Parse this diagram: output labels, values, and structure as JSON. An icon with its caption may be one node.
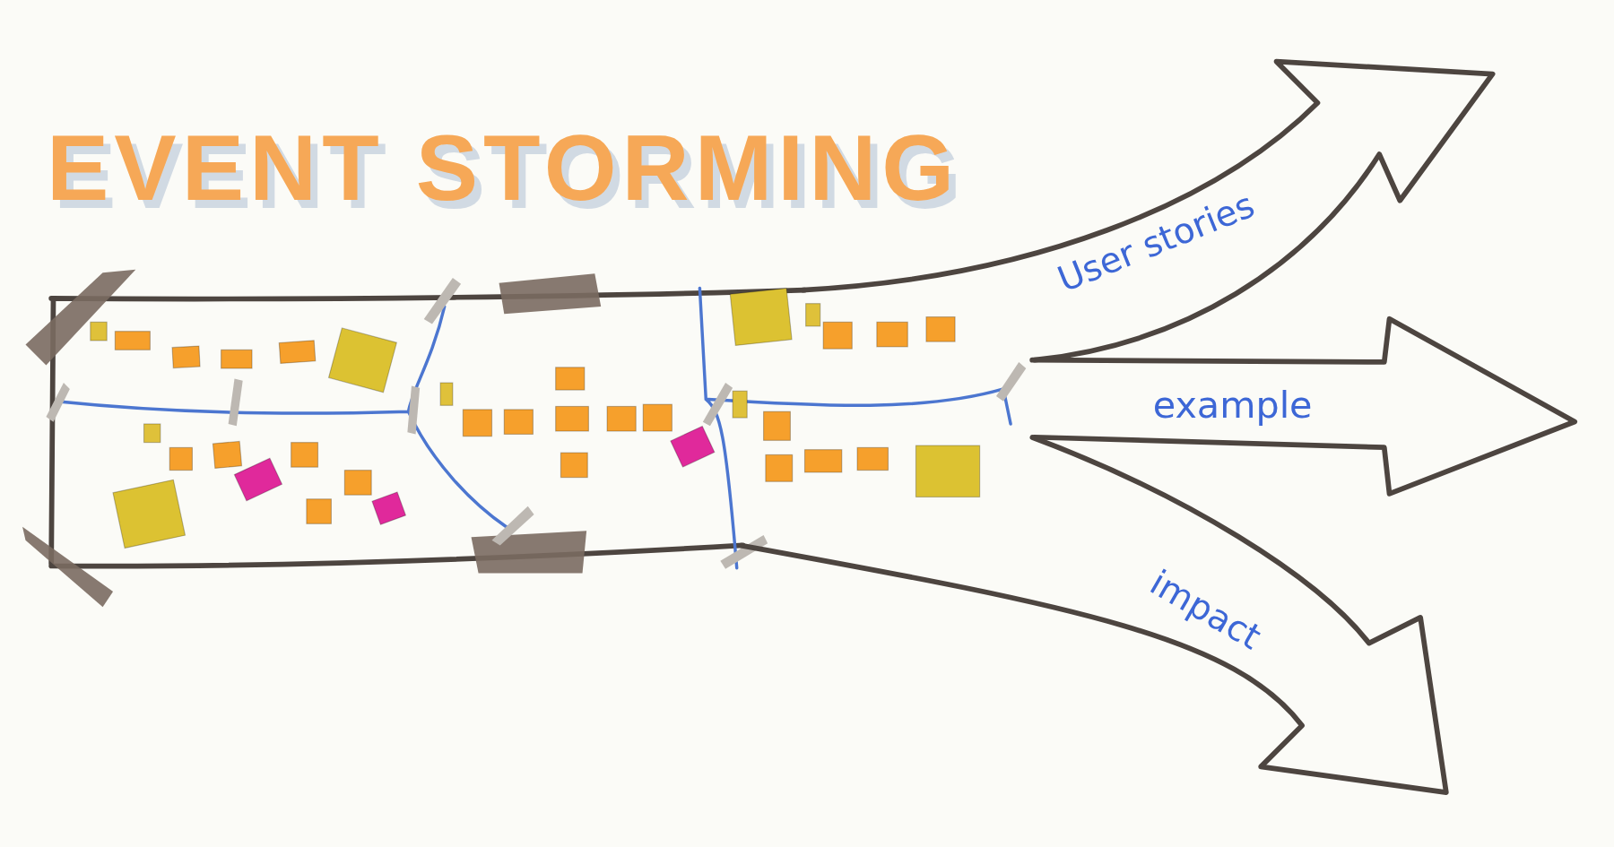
{
  "diagram": {
    "title": "EVENT STORMING",
    "nodes": [
      {
        "text": [],
        "shape": "picture"
      },
      {
        "text": [
          "User stories"
        ]
      },
      {
        "text": [
          "example"
        ]
      },
      {
        "text": [
          "impact"
        ]
      }
    ]
  }
}
